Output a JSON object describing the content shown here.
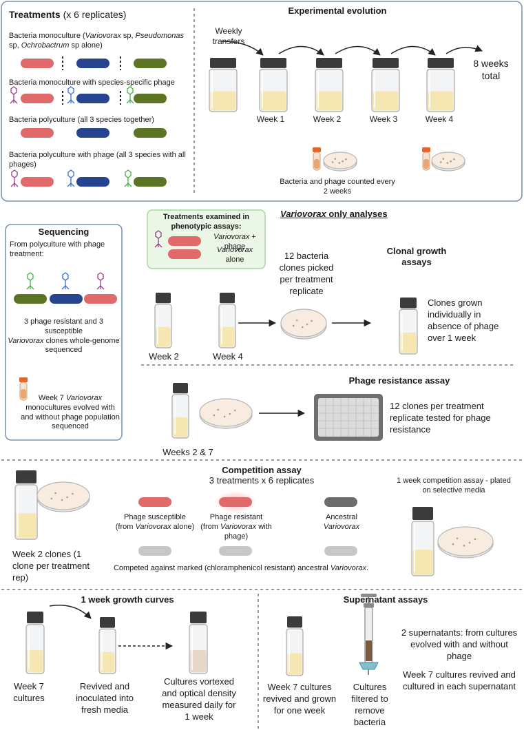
{
  "treatments": {
    "title": "Treatments",
    "title_suffix": " (x 6 replicates)",
    "mono_a": "Bacteria monoculture (",
    "mono_sp1": "Variovorax",
    "mono_b": " sp,",
    "mono_sp2": "Pseudomonas",
    "mono_c": " sp, ",
    "mono_sp3": "Ochrobactrum",
    "mono_d": " sp alone)",
    "mono_phage": "Bacteria monoculture with species-specific phage",
    "poly": "Bacteria polyculture (all 3 species together)",
    "poly_phage": "Bacteria polyculture with phage (all 3 species with all phages)"
  },
  "evolution": {
    "title": "Experimental evolution",
    "weekly": "Weekly transfers",
    "total": "8 weeks total",
    "weeks": [
      "Week 1",
      "Week 2",
      "Week 3",
      "Week 4"
    ],
    "counted": "Bacteria and phage counted every 2 weeks"
  },
  "sequencing": {
    "title": "Sequencing",
    "from": "From polyculture with phage treatment:",
    "clones_a": "3 phage resistant and 3 susceptible",
    "clones_sp": "Variovorax",
    "clones_b": " clones whole-genome sequenced",
    "pop_a": "Week 7 ",
    "pop_sp": "Variovorax",
    "pop_b": " monocultures evolved with and without phage population sequenced"
  },
  "phenotypic": {
    "title": "Treatments examined in phenotypic assays:",
    "row1_sp": "Variovorax",
    "row1_rest": " + phage",
    "row2_sp": "Variovorax",
    "row2_rest": " alone"
  },
  "variovorax": {
    "title_sp": "Variovorax",
    "title_rest": " only analyses",
    "week2": "Week 2",
    "week4": "Week 4",
    "clones_picked": "12 bacteria clones picked per treatment replicate",
    "clonal_title": "Clonal growth assays",
    "clonal_text": "Clones grown individually in absence of phage over 1 week"
  },
  "resistance": {
    "title": "Phage resistance assay",
    "weeks": "Weeks 2 & 7",
    "text": "12 clones per treatment replicate tested for phage resistance"
  },
  "competition": {
    "title": "Competition assay",
    "subtitle": "3 treatments x 6 replicates",
    "clones": "Week 2 clones (1 clone per treatment rep)",
    "susc_a": "Phage susceptible",
    "susc_b": "(from ",
    "susc_sp": "Variovorax",
    "susc_c": " alone)",
    "res_a": "Phage resistant",
    "res_b": "(from ",
    "res_sp": "Variovorax",
    "res_c": " with phage)",
    "anc_a": "Ancestral",
    "anc_sp": "Variovorax",
    "competed_a": "Competed against marked (chloramphenicol resistant) ancestral ",
    "competed_sp": "Variovorax",
    "competed_b": ".",
    "week_text": "1 week competition assay - plated on selective media"
  },
  "growth": {
    "title": "1 week growth curves",
    "week7": "Week 7 cultures",
    "revived": "Revived and inoculated into fresh media",
    "vortexed": "Cultures vortexed and optical density measured daily for 1 week"
  },
  "supernatant": {
    "title": "Supernatant assays",
    "revived": "Week 7 cultures revived and grown for one week",
    "filtered": "Cultures filtered to remove bacteria",
    "two": "2 supernatants: from cultures evolved with and without phage",
    "cultured": "Week 7 cultures revived and cultured in each supernatant"
  },
  "colors": {
    "border": "#7e93b6",
    "variovorax": "#e06a6a",
    "pseudomonas": "#26448f",
    "ochrobactrum": "#5b7524",
    "medium": "#f6e7b2",
    "green_box": "#eaf6e6"
  }
}
